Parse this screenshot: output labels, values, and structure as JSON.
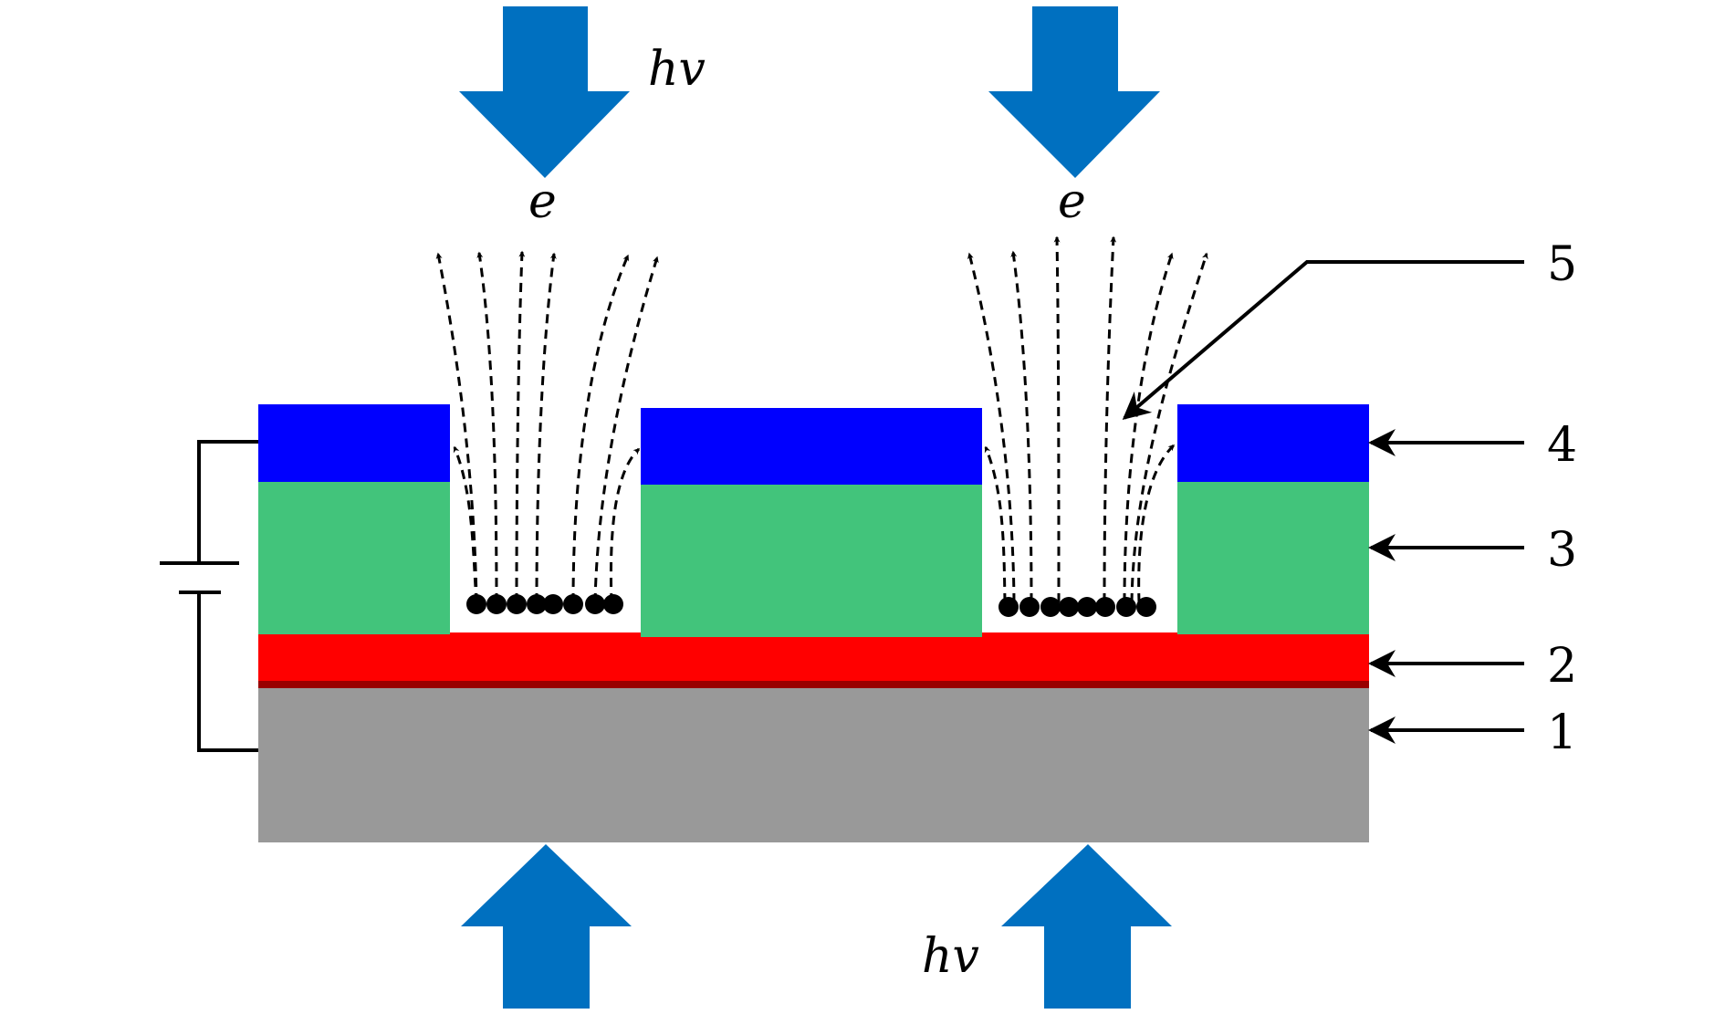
{
  "labels": {
    "light_top": "hv",
    "light_bottom": "hv",
    "electron_left": "e",
    "electron_right": "e",
    "layer_1": "1",
    "layer_2": "2",
    "layer_3": "3",
    "layer_4": "4",
    "emission_region": "5"
  },
  "colors": {
    "light_arrow": "#0070C0",
    "layer_1_substrate": "#999999",
    "layer_2": "#FF0000",
    "layer_2_edge": "#990000",
    "layer_3": "#42C47B",
    "layer_4": "#0000FF",
    "field_lines": "#000000"
  },
  "icons": {
    "light_arrow": "thick-block-arrow",
    "electron": "filled-dot",
    "field_line": "dashed-curved-arrow",
    "battery": "cell-symbol"
  }
}
